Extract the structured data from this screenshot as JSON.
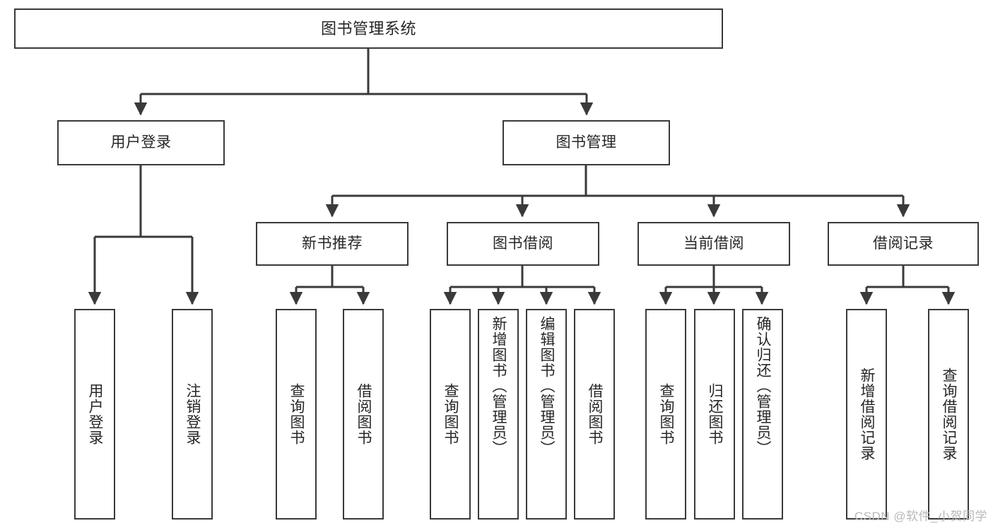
{
  "diagram": {
    "title": "图书管理系统",
    "type": "tree-hierarchy",
    "watermark": "CSDN @软件_小贺同学",
    "colors": {
      "stroke": "#3a3a3a",
      "fill": "#ffffff",
      "text": "#262626",
      "watermark": "#b8b8b8"
    },
    "levels": {
      "root": {
        "label": "图书管理系统"
      },
      "level2": [
        {
          "label": "用户登录"
        },
        {
          "label": "图书管理"
        }
      ],
      "level3": [
        {
          "label": "新书推荐"
        },
        {
          "label": "图书借阅"
        },
        {
          "label": "当前借阅"
        },
        {
          "label": "借阅记录"
        }
      ],
      "leaves": {
        "user_login": [
          {
            "label": "用户登录"
          },
          {
            "label": "注销登录"
          }
        ],
        "new_book_recommend": [
          {
            "label": "查询图书"
          },
          {
            "label": "借阅图书"
          }
        ],
        "book_borrow": [
          {
            "label": "查询图书"
          },
          {
            "label": "新增图书（管理员）"
          },
          {
            "label": "编辑图书（管理员）"
          },
          {
            "label": "借阅图书"
          }
        ],
        "current_borrow": [
          {
            "label": "查询图书"
          },
          {
            "label": "归还图书"
          },
          {
            "label": "确认归还（管理员）"
          }
        ],
        "borrow_record": [
          {
            "label": "新增借阅记录"
          },
          {
            "label": "查询借阅记录"
          }
        ]
      }
    }
  }
}
